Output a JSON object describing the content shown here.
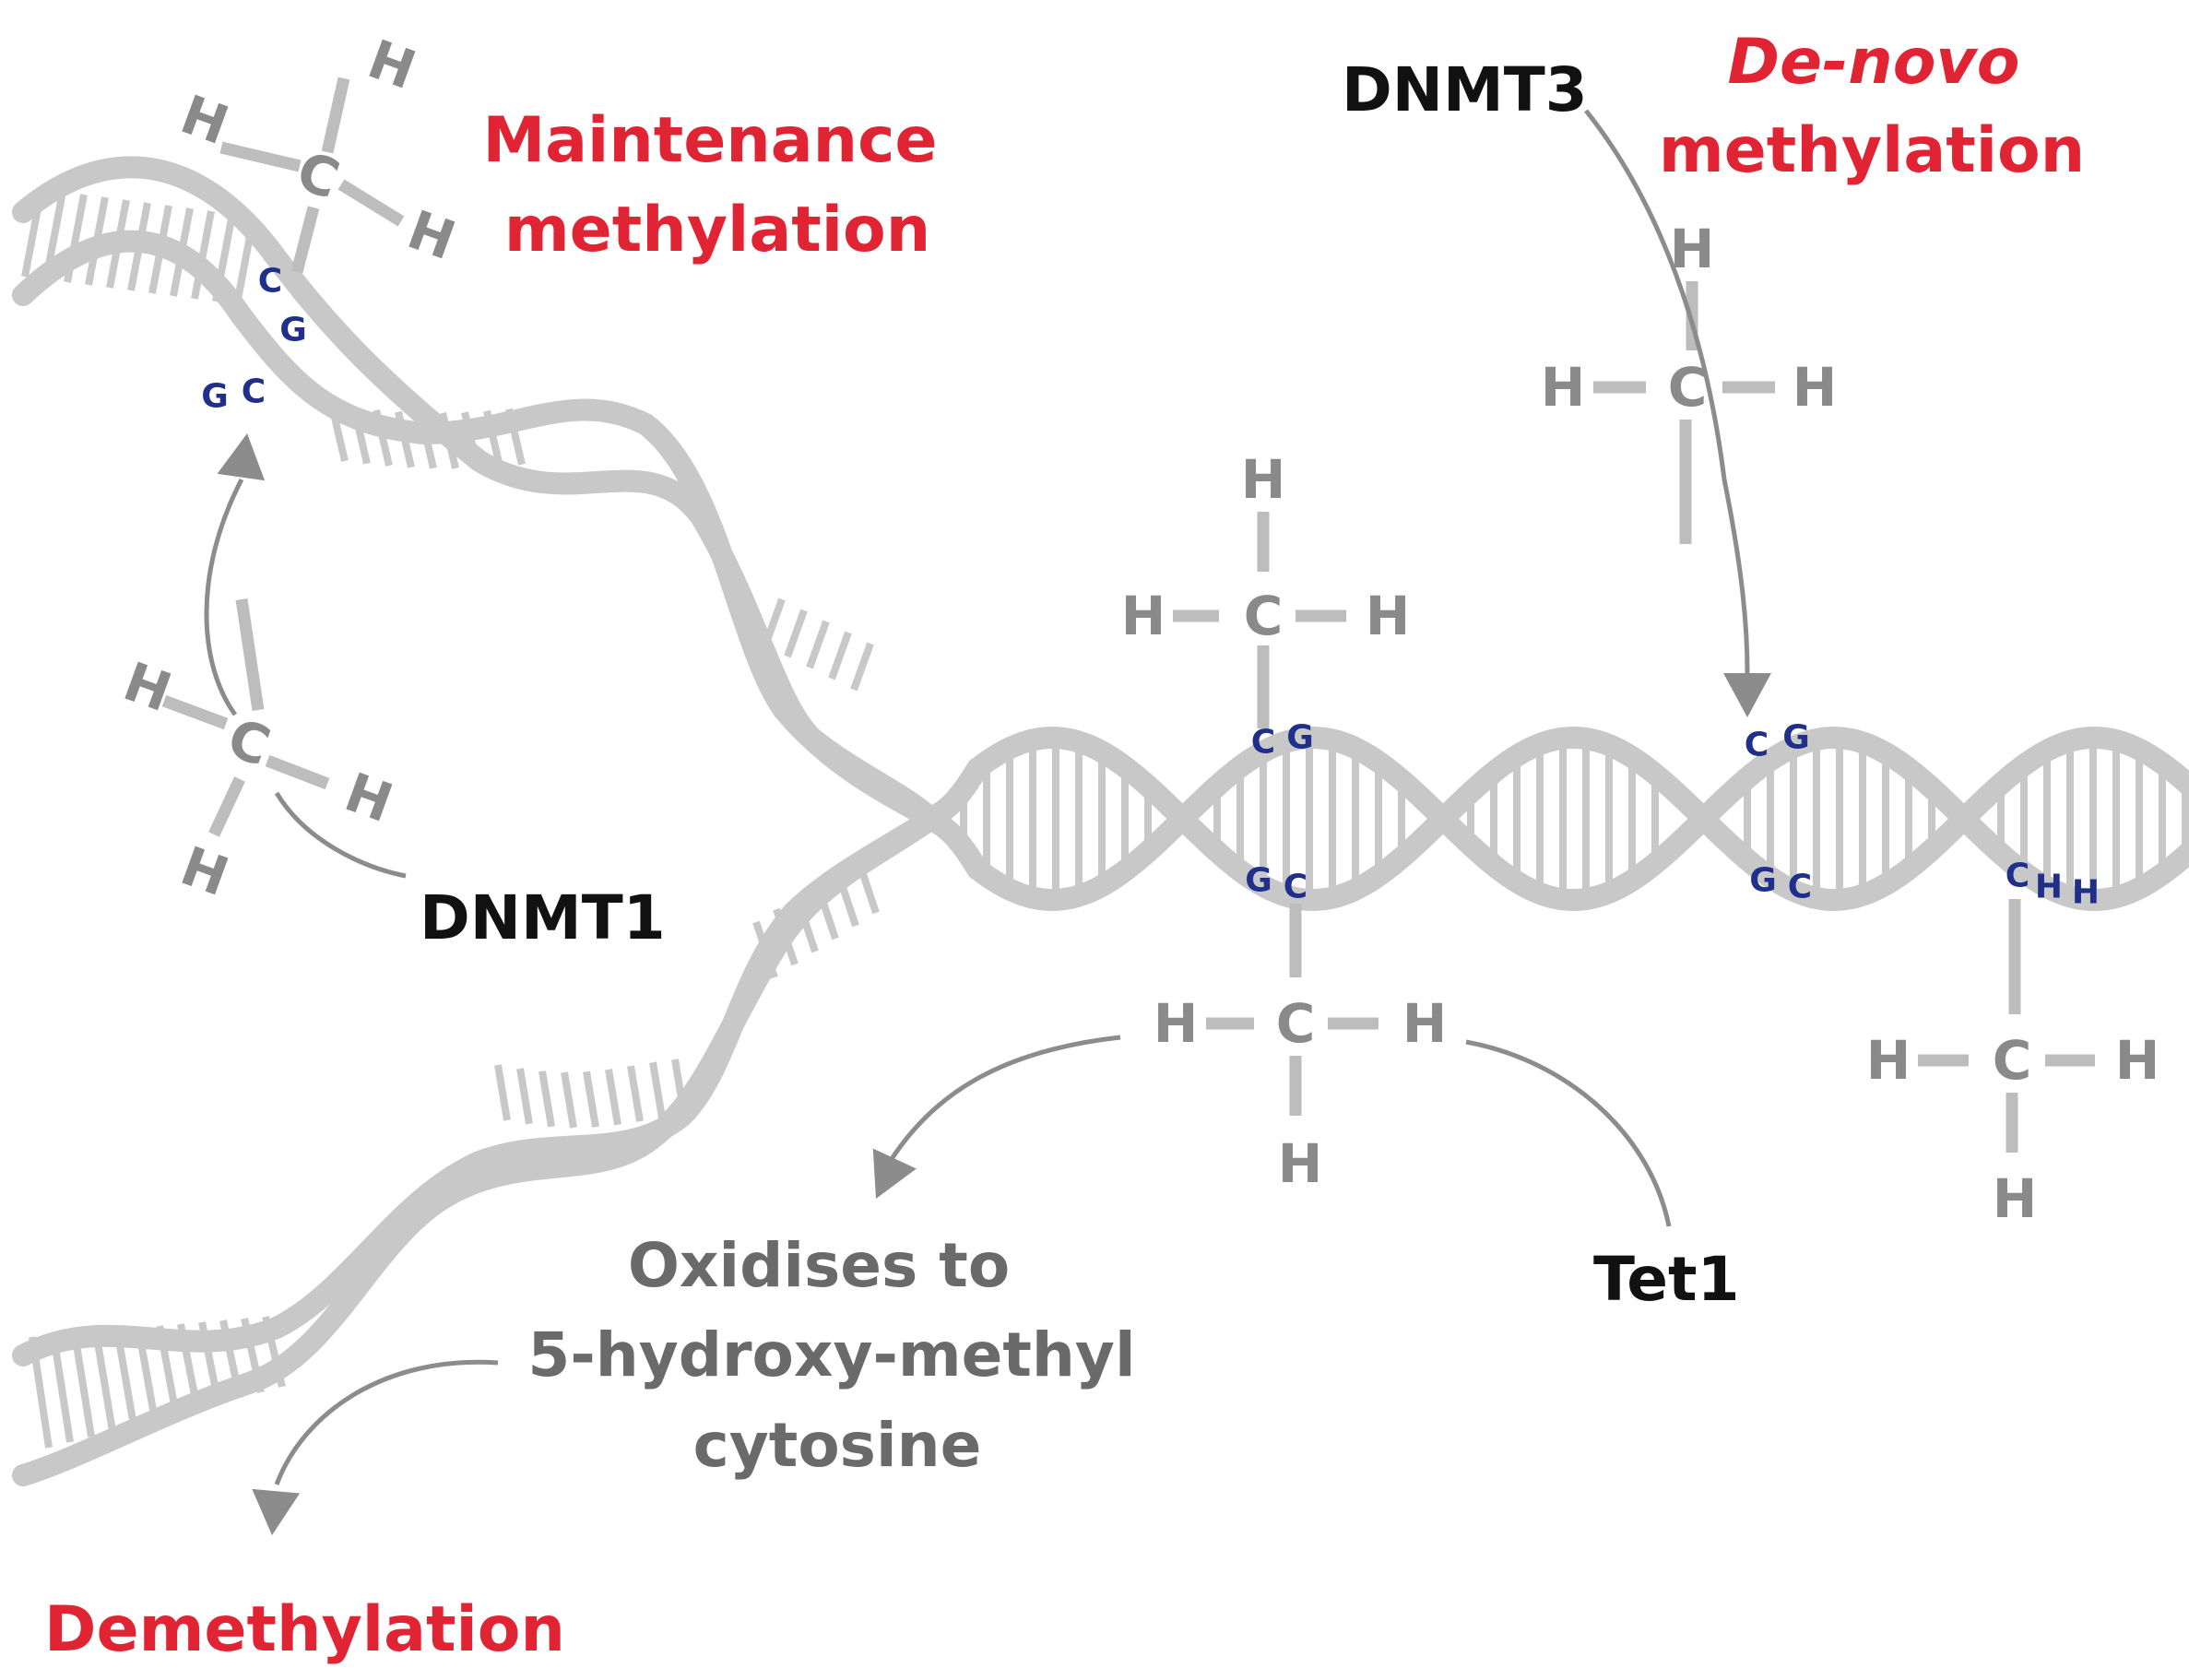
{
  "colors": {
    "strand": "#c8c8c8",
    "rung": "#c8c8c8",
    "bond": "#bdbdbd",
    "atom": "#8a8a8a",
    "label_red": "#e02434",
    "label_black": "#111111",
    "label_gray": "#6a6a6a",
    "base": "#1f2f8a",
    "arrow": "#8c8c8c"
  },
  "labels": {
    "maintenance": [
      "Maintenance",
      "methylation"
    ],
    "denovo": [
      "De-novo",
      "methylation"
    ],
    "dnmt3": "DNMT3",
    "dnmt1": "DNMT1",
    "tet1": "Tet1",
    "oxidises": [
      "Oxidises to",
      "5-hydroxy-methyl",
      "cytosine"
    ],
    "demethylation": "Demethylation"
  },
  "atoms": {
    "hydrogen": "H",
    "carbon": "C"
  },
  "bases": {
    "c": "C",
    "g": "G",
    "h": "H"
  }
}
